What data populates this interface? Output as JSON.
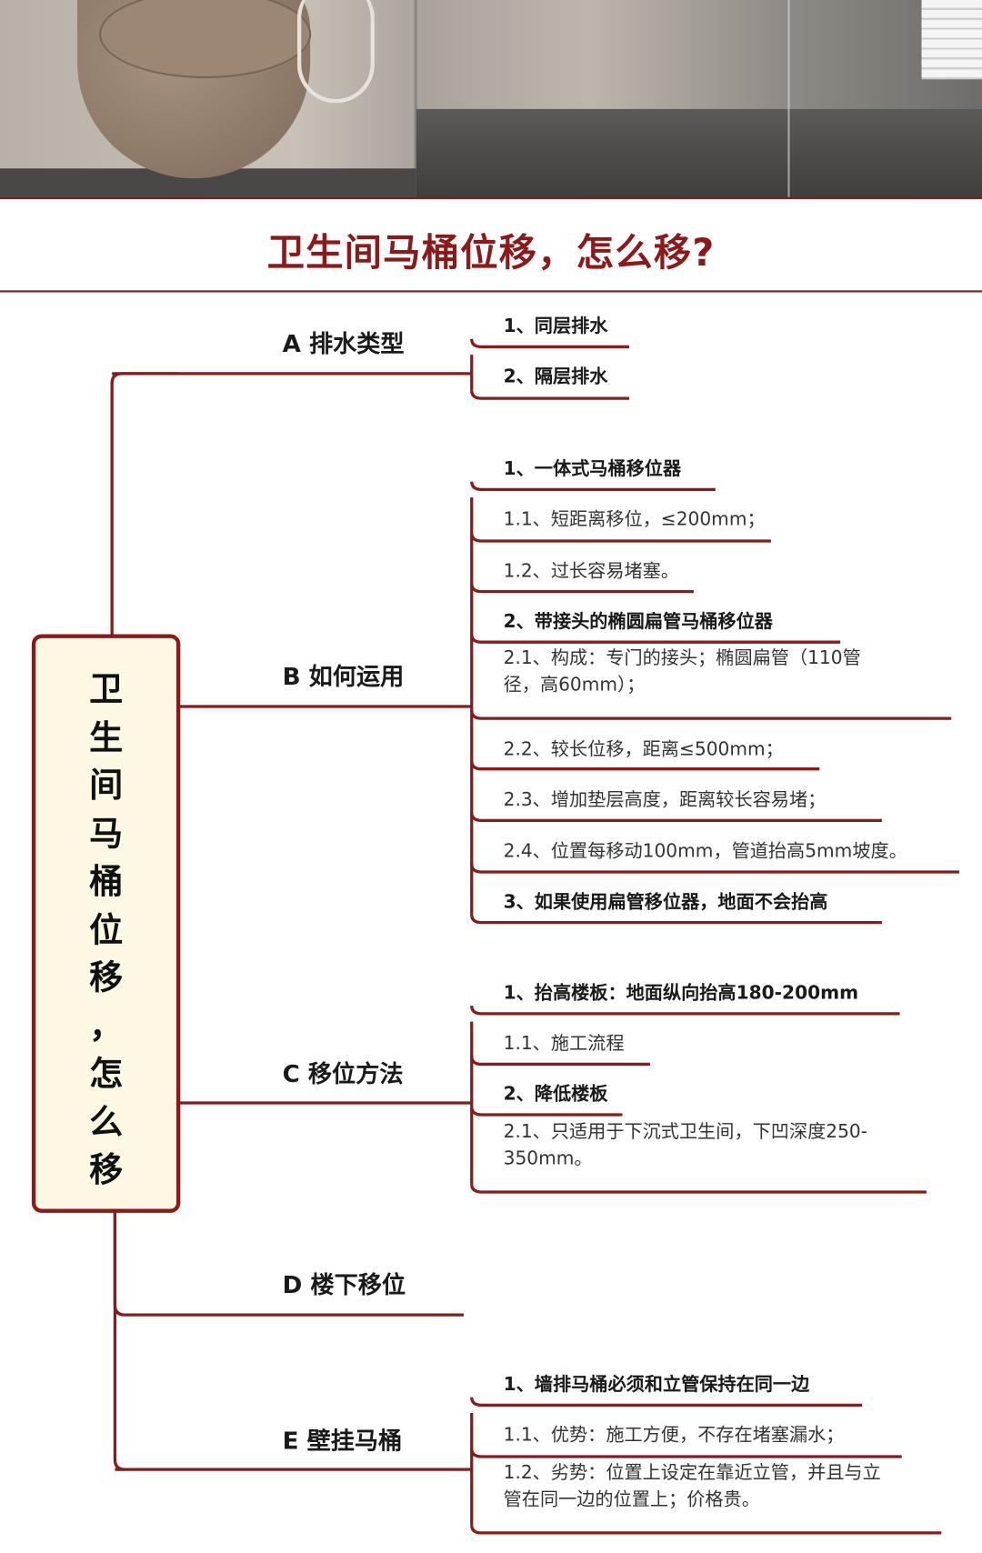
{
  "title": "卫生间马桶位移，怎么移?",
  "root": [
    "卫",
    "生",
    "间",
    "马",
    "桶",
    "位",
    "移",
    "，",
    "怎",
    "么",
    "移"
  ],
  "colors": {
    "accent": "#8b1a1a",
    "root_bg": "#fdf8e4"
  },
  "branches": [
    {
      "label": "A 排水类型",
      "items": [
        {
          "text": "1、同层排水",
          "bold": true
        },
        {
          "text": "2、隔层排水",
          "bold": true
        }
      ]
    },
    {
      "label": "B 如何运用",
      "items": [
        {
          "text": "1、一体式马桶移位器",
          "bold": true
        },
        {
          "text": "1.1、短距离移位，≤200mm；",
          "bold": false
        },
        {
          "text": "1.2、过长容易堵塞。",
          "bold": false
        },
        {
          "text": "2、带接头的椭圆扁管马桶移位器",
          "bold": true
        },
        {
          "text": "2.1、构成：专门的接头；椭圆扁管（110管",
          "text2": "径，高60mm）；",
          "bold": false
        },
        {
          "text": "2.2、较长位移，距离≤500mm；",
          "bold": false
        },
        {
          "text": "2.3、增加垫层高度，距离较长容易堵；",
          "bold": false
        },
        {
          "text": "2.4、位置每移动100mm，管道抬高5mm坡度。",
          "bold": false
        },
        {
          "text": "3、如果使用扁管移位器，地面不会抬高",
          "bold": true
        }
      ]
    },
    {
      "label": "C 移位方法",
      "items": [
        {
          "text": "1、抬高楼板：地面纵向抬高180-200mm",
          "bold": true
        },
        {
          "text": "1.1、施工流程",
          "bold": false
        },
        {
          "text": "2、降低楼板",
          "bold": true
        },
        {
          "text": "2.1、只适用于下沉式卫生间，下凹深度250-",
          "text2": "350mm。",
          "bold": false
        }
      ]
    },
    {
      "label": "D 楼下移位",
      "items": []
    },
    {
      "label": "E 壁挂马桶",
      "items": [
        {
          "text": "1、墙排马桶必须和立管保持在同一边",
          "bold": true
        },
        {
          "text": "1.1、优势：施工方便，不存在堵塞漏水；",
          "bold": false
        },
        {
          "text": "1.2、劣势：位置上设定在靠近立管，并且与立",
          "text2": "管在同一边的位置上；价格贵。",
          "bold": false
        }
      ]
    }
  ]
}
